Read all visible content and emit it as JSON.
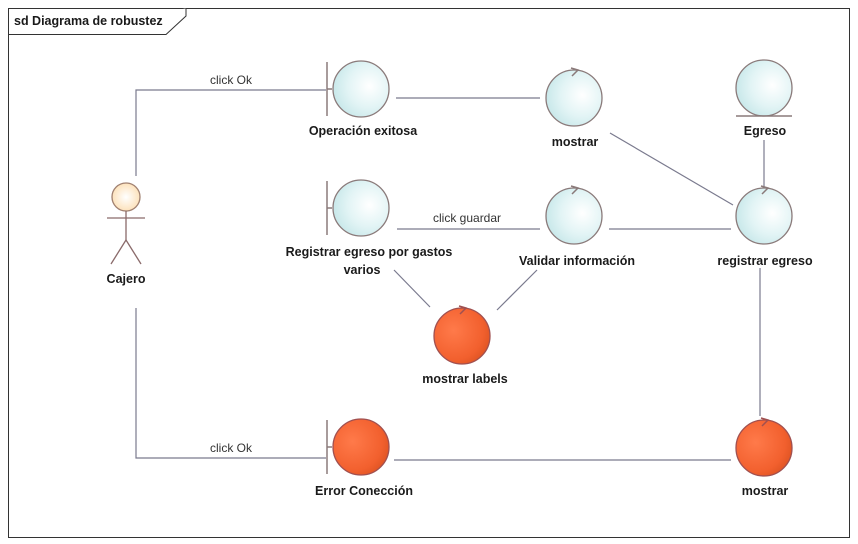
{
  "frame": {
    "title": "sd Diagrama de robustez"
  },
  "actor": {
    "label": "Cajero"
  },
  "nodes": {
    "operacion_exitosa": "Operación exitosa",
    "mostrar_top": "mostrar",
    "egreso": "Egreso",
    "registrar_egreso_gastos_line1": "Registrar egreso por gastos",
    "registrar_egreso_gastos_line2": "varios",
    "validar_informacion": "Validar información",
    "registrar_egreso": "registrar egreso",
    "mostrar_labels": "mostrar labels",
    "error_coneccion": "Error Conección",
    "mostrar_bottom": "mostrar"
  },
  "edges": {
    "click_ok_top": "click Ok",
    "click_guardar": "click guardar",
    "click_ok_bottom": "click Ok"
  },
  "colors": {
    "boundary_fill": "#d5eef0",
    "error_fill": "#f26a3a",
    "actor_head": "#fde8c8",
    "connector": "#7a7a8e"
  }
}
